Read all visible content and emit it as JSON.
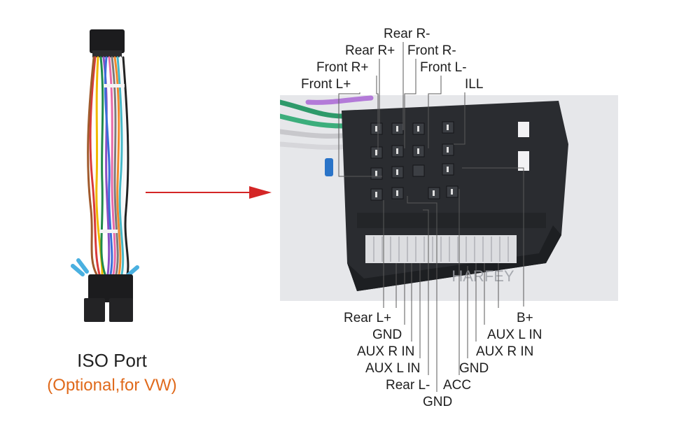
{
  "left_panel": {
    "title": "ISO Port",
    "subtitle": "(Optional,for VW)"
  },
  "photo": {
    "watermark": "HARFEY"
  },
  "top_labels": [
    "Rear R-",
    "Rear R+",
    "Front R-",
    "Front R+",
    "Front L-",
    "Front L+",
    "ILL"
  ],
  "bottom_labels": [
    "Rear L+",
    "GND",
    "AUX R IN",
    "AUX L IN",
    "Rear L-",
    "GND",
    "ACC",
    "GND",
    "AUX R IN",
    "AUX L IN",
    "B+"
  ],
  "colors": {
    "arrow": "#d42626",
    "subtitle": "#e06a1c",
    "connector": "#2a2c30"
  }
}
